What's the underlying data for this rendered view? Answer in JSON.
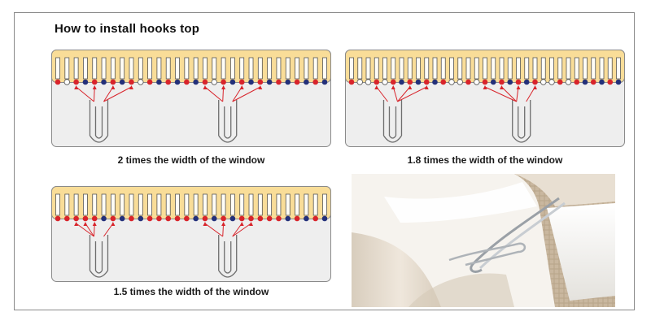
{
  "page": {
    "title": "How to install hooks top"
  },
  "colors": {
    "tape": "#f9dd98",
    "tape_border": "#8a8a8a",
    "sheet_bg": "#eeeeee",
    "pin_red": "#d8242b",
    "pin_blue": "#23307a",
    "pin_white": "#ffffff",
    "arrow": "#d8242b",
    "hook": "#6e6e6e"
  },
  "diagrams": [
    {
      "id": "two-times",
      "caption": "2 times the width of the window",
      "pin_pattern": [
        "red",
        "white",
        "red",
        "blue",
        "red",
        "blue",
        "red",
        "blue",
        "red",
        "white",
        "red",
        "blue",
        "red",
        "blue",
        "red",
        "blue",
        "red",
        "white",
        "red",
        "blue",
        "red",
        "blue",
        "red",
        "blue",
        "red",
        "blue",
        "red",
        "blue",
        "red",
        "blue"
      ]
    },
    {
      "id": "one-point-eight-times",
      "caption": "1.8 times the width of the window",
      "pin_pattern": [
        "red",
        "white",
        "white",
        "red",
        "white",
        "red",
        "blue",
        "red",
        "blue",
        "red",
        "blue",
        "red",
        "white",
        "white",
        "red",
        "white",
        "red",
        "blue",
        "red",
        "blue",
        "red",
        "blue",
        "red",
        "white",
        "white",
        "red",
        "white",
        "red",
        "blue",
        "red",
        "blue",
        "red",
        "blue"
      ]
    },
    {
      "id": "one-point-five-times",
      "caption": "1.5 times the width of the window",
      "pin_pattern": [
        "red",
        "red",
        "red",
        "red",
        "red",
        "blue",
        "red",
        "blue",
        "red",
        "blue",
        "red",
        "red",
        "red",
        "red",
        "red",
        "blue",
        "red",
        "blue",
        "red",
        "blue",
        "red",
        "red",
        "red",
        "red",
        "red",
        "blue",
        "red",
        "blue",
        "red",
        "blue"
      ]
    }
  ],
  "photo": {
    "subject": "curtain-hook-photo"
  }
}
